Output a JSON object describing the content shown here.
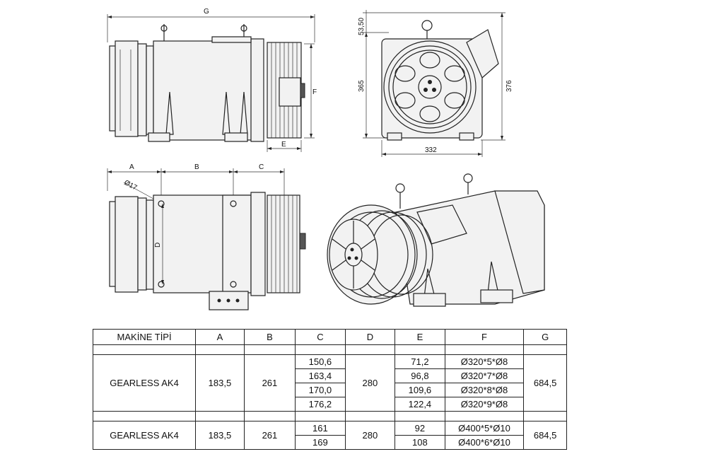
{
  "dimension_labels": {
    "G": "G",
    "F": "F",
    "E": "E",
    "A": "A",
    "B": "B",
    "C": "C",
    "D": "D",
    "hole": "Ø17",
    "top_gap": "53,50",
    "height_365": "365",
    "height_376": "376",
    "width_332": "332"
  },
  "table": {
    "headers": [
      "MAKİNE TİPİ",
      "A",
      "B",
      "C",
      "D",
      "E",
      "F",
      "G"
    ],
    "group1": {
      "type": "GEARLESS AK4",
      "A": "183,5",
      "B": "261",
      "D": "280",
      "G": "684,5",
      "rows": [
        {
          "C": "150,6",
          "E": "71,2",
          "F": "Ø320*5*Ø8"
        },
        {
          "C": "163,4",
          "E": "96,8",
          "F": "Ø320*7*Ø8"
        },
        {
          "C": "170,0",
          "E": "109,6",
          "F": "Ø320*8*Ø8"
        },
        {
          "C": "176,2",
          "E": "122,4",
          "F": "Ø320*9*Ø8"
        }
      ]
    },
    "group2": {
      "type": "GEARLESS AK4",
      "A": "183,5",
      "B": "261",
      "D": "280",
      "G": "684,5",
      "rows": [
        {
          "C": "161",
          "E": "92",
          "F": "Ø400*5*Ø10"
        },
        {
          "C": "169",
          "E": "108",
          "F": "Ø400*6*Ø10"
        }
      ]
    }
  }
}
